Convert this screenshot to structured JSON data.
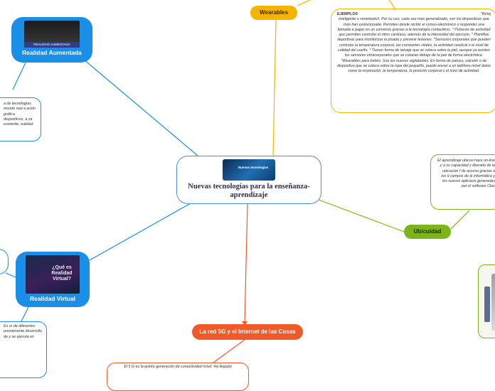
{
  "central": {
    "title": "Nuevas tecnologías para la enseñanza-aprendizaje",
    "image_caption": "Nuevas tecnologías"
  },
  "realidad_aumentada": {
    "label": "Realidad Aumentada",
    "image_banner": "REALIDAD AUMENTADA",
    "text": "a de tecnologías mundo real a ación gráfica dispositivos, a ya existente, ealidad."
  },
  "realidad_virtual": {
    "label": "Realidad Virtual",
    "image_text": "¿Qué es Realidad Virtual?",
    "text": "Es or de diferentes previamente desarrollo de y se ejecuta en"
  },
  "wearables": {
    "label": "Wearables",
    "header_left": "EJEMPLOS",
    "header_right": "*Reloj",
    "text": "inteligente o smartwatch. Por su uso, cada vez más generalizado, son los dispositivos que más han evolucionado. Permiten desde recibir el correo electrónico o responder una llamada a pagar en un comercio gracias a la tecnología contactless. * Pulseras de actividad que permiten controlar el ritmo cardíaco, además de la intensidad del ejercicio. * Plantillas deportivas para monitorizar la pisada y prevenir lesiones. *Sensores corporales que pueden controlar la temperatura corporal, las constantes vitales, la actividad cerebral o el nivel de calidad del sueño. * Tienen forma de tatuaje que se coloca sobre la piel, aunque ya existen los sensores intracorporales que se colocan debajo de la piel de forma electrónica. *Wearables para bebés. Son los nuevos vigilabebés. En forma de patuco, calcetín o de dispositivo que se coloca sobre la ropa del pequeño, puede enviar a un teléfono móvil datos como la respiración, la temperatura, la posición corporal o el nivel de actividad."
  },
  "ubicuidad": {
    "label": "Ubicuidad",
    "text": "El aprendizaje ubicuo hace on-line y a su capacidad y liberado de la ubicación f de acceso gracias a los ú campos de la informática y los nuevos aplicacio generadas por el software Clou"
  },
  "red5g": {
    "label": "La red 5G y el Internet de las Cosas",
    "text": "El 5 G es la quinta generación de conectividad móvil. Ha llegado"
  },
  "colors": {
    "blue": "#1a8fe8",
    "yellow": "#f5b400",
    "green": "#7cb518",
    "orange": "#f05a28"
  }
}
